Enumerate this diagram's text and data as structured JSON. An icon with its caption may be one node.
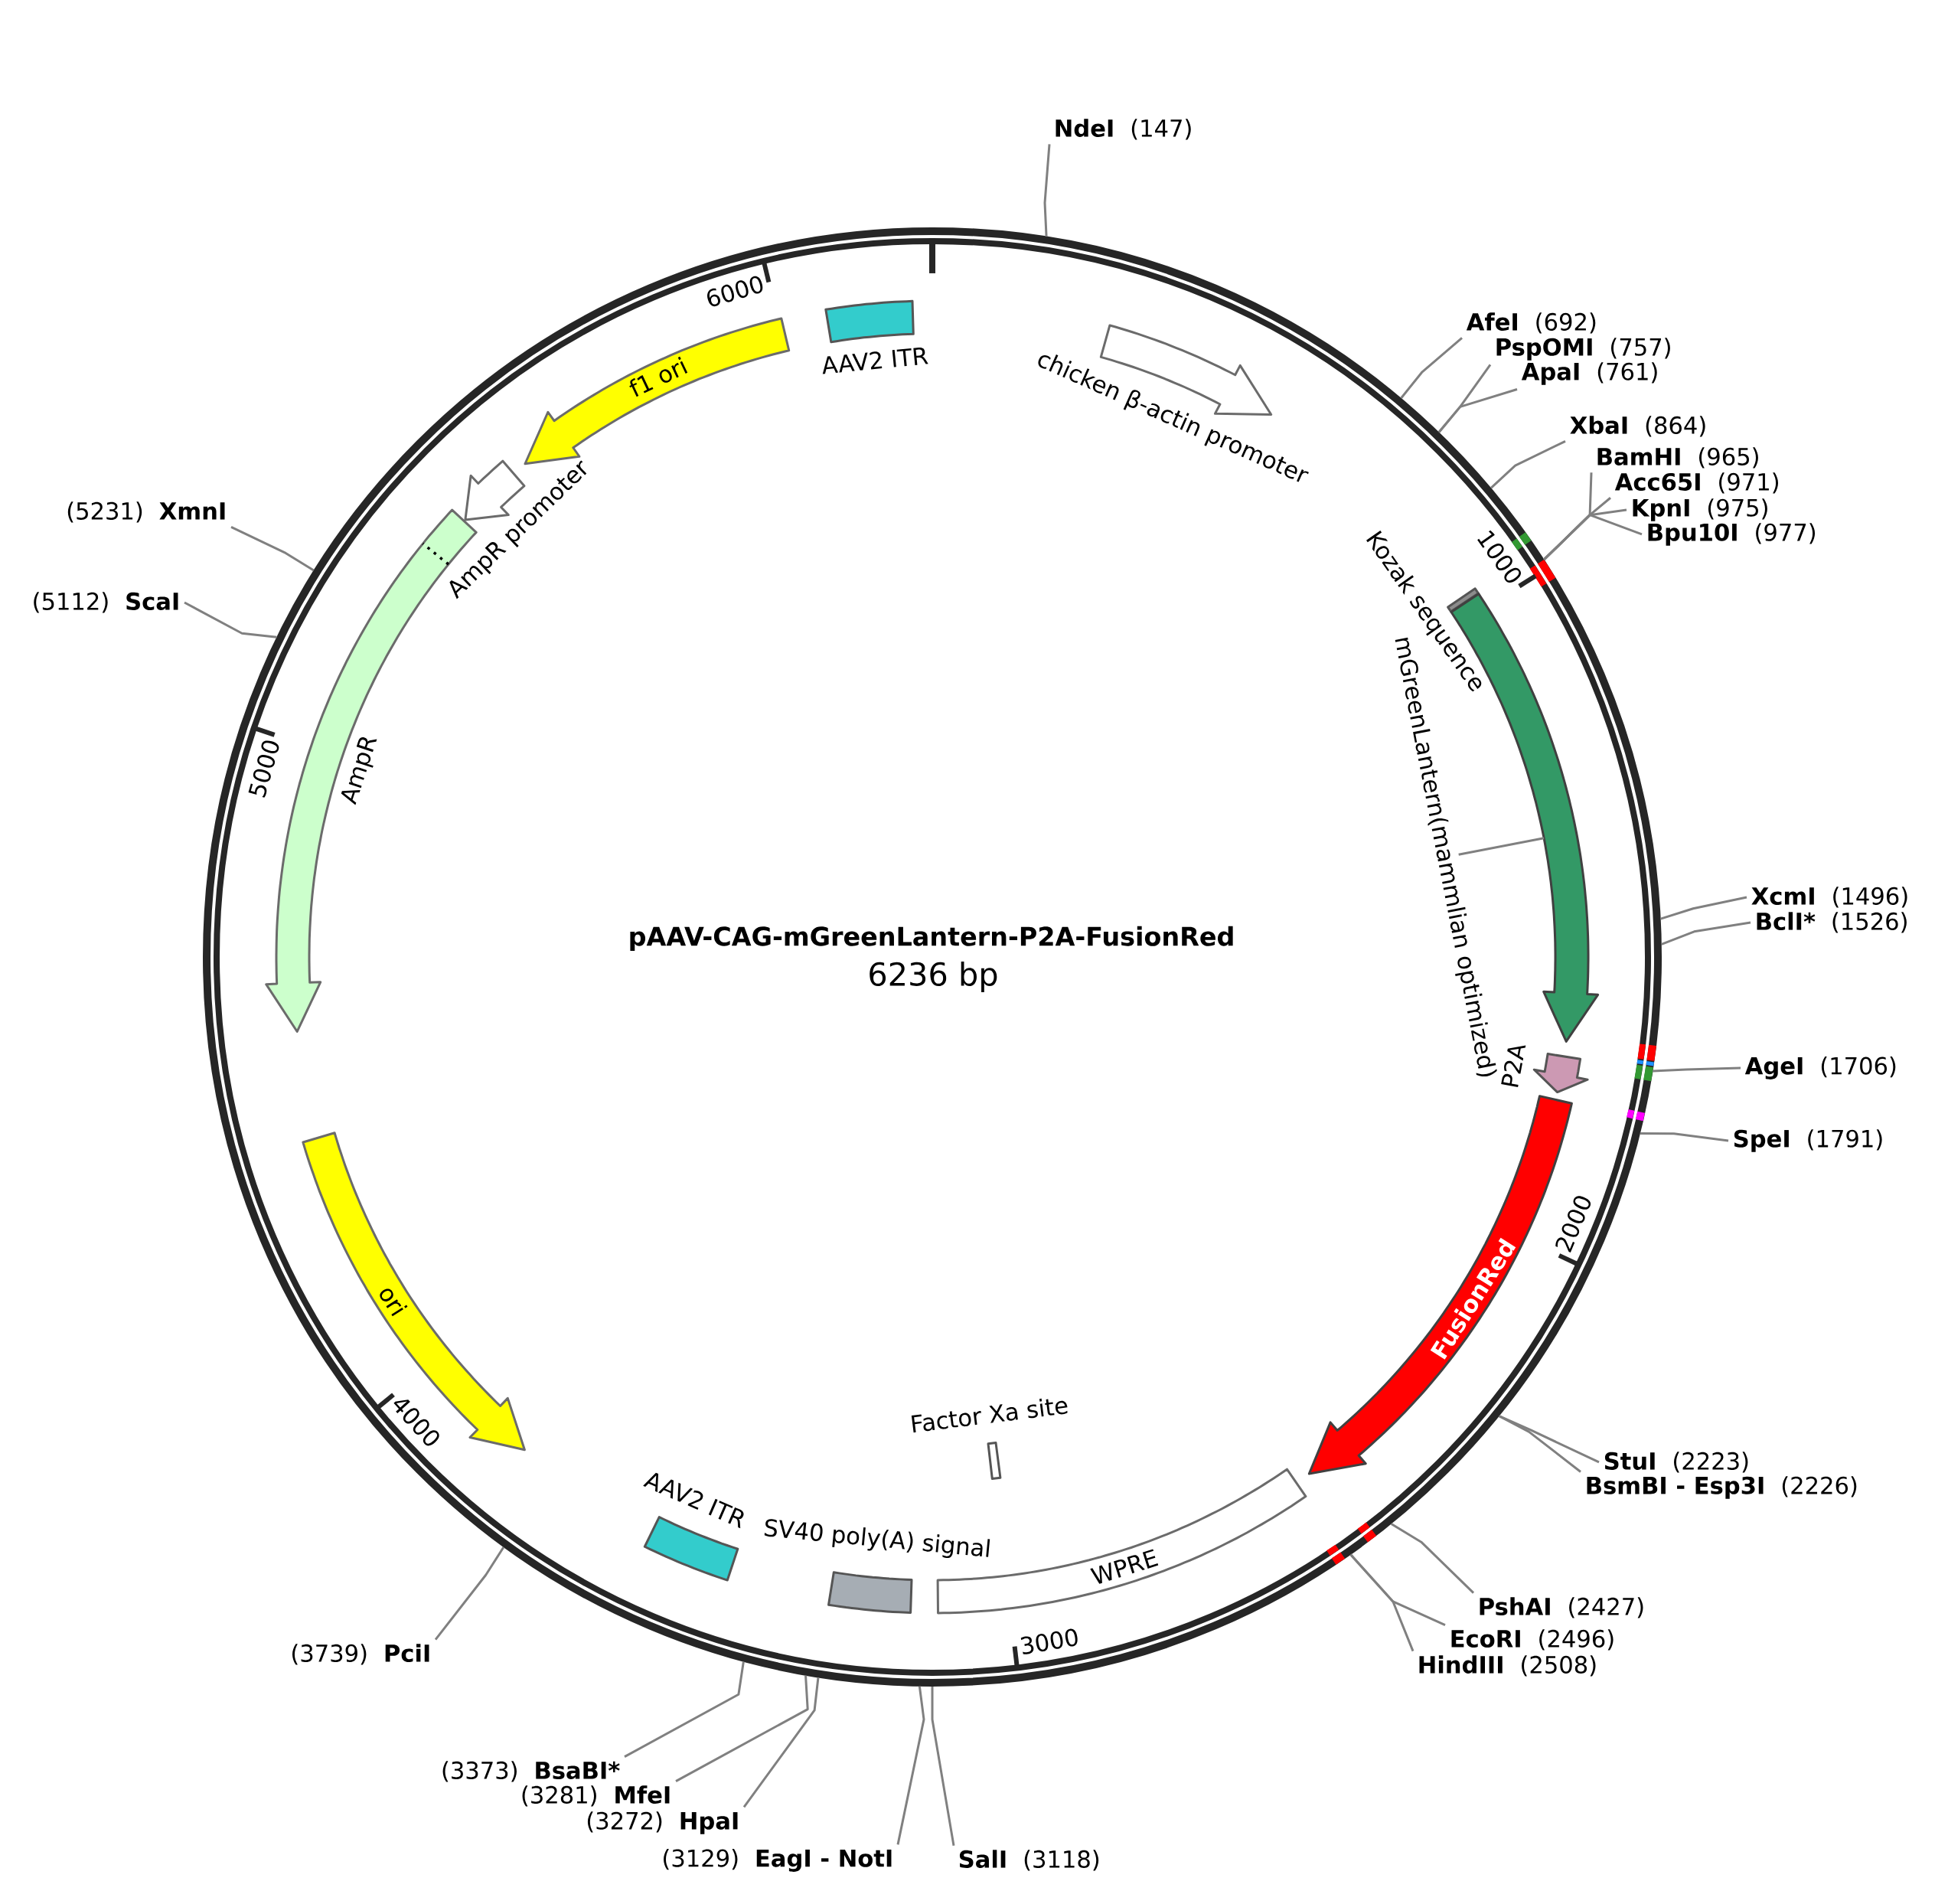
{
  "diagram": {
    "title": "pAAV-CAG-mGreenLantern-P2A-FusionRed",
    "nodes": [
      {
        "text": [],
        "shape": "circle"
      },
      {
        "text": [
          "chicken β-actin promoter"
        ],
        "in": 0
      },
      {
        "text": [
          "Kozak sequence"
        ],
        "in": 0
      },
      {
        "text": [
          "mGreenLantern(mammlian optimized)"
        ],
        "in": 0
      },
      {
        "text": [],
        "shape": "arrow",
        "in": 0
      },
      {
        "text": [
          "P2A"
        ],
        "in": 0
      },
      {
        "text": [
          "FusionRed"
        ],
        "in": 0
      },
      {
        "text": [
          "WPRE"
        ],
        "in": 0
      },
      {
        "text": [
          "Factor Xa site"
        ],
        "in": 0
      },
      {
        "text": [
          "SV40 poly(A) signal"
        ],
        "in": 0
      },
      {
        "text": [
          "AAV2 ITR"
        ],
        "in": 0
      },
      {
        "text": [
          "ori"
        ],
        "in": 0
      },
      {
        "text": [
          "AmpR"
        ],
        "in": 0
      },
      {
        "text": [
          "AmpR promoter"
        ],
        "in": 0
      },
      {
        "text": [
          "f1 ori"
        ],
        "in": 0
      },
      {
        "text": [
          "AAV2 ITR"
        ],
        "in": 0
      },
      {
        "text": [
          "NdeI",
          "(147)"
        ]
      },
      {
        "text": [
          "AfeI",
          "(692)"
        ]
      },
      {
        "text": [
          "PspOMI",
          "(757)"
        ]
      },
      {
        "text": [
          "ApaI",
          "(761)"
        ]
      },
      {
        "text": [
          "XbaI",
          "(864)"
        ]
      },
      {
        "text": [
          "BamHI",
          "(965)"
        ]
      },
      {
        "text": [
          "Acc65I",
          "(971)"
        ]
      },
      {
        "text": [
          "KpnI",
          "(975)"
        ]
      },
      {
        "text": [
          "Bpu10I",
          "(977)"
        ]
      },
      {
        "text": [
          "XcmI",
          "(1496)"
        ]
      },
      {
        "text": [
          "BclI*",
          "(1526)"
        ]
      },
      {
        "text": [
          "AgeI",
          "(1706)"
        ]
      },
      {
        "text": [
          "SpeI",
          "(1791)"
        ]
      },
      {
        "text": [
          "StuI",
          "(2223)"
        ]
      },
      {
        "text": [
          "BsmBI - Esp3I",
          "(2226)"
        ]
      },
      {
        "text": [
          "PshAI",
          "(2427)"
        ]
      },
      {
        "text": [
          "EcoRI",
          "(2496)"
        ]
      },
      {
        "text": [
          "HindIII",
          "(2508)"
        ]
      },
      {
        "text": [
          "SalI",
          "(3118)"
        ]
      },
      {
        "text": [
          "(3129)",
          "EagI - NotI"
        ]
      },
      {
        "text": [
          "(3272)",
          "HpaI"
        ]
      },
      {
        "text": [
          "(3281)",
          "MfeI"
        ]
      },
      {
        "text": [
          "(3373)",
          "BsaBI*"
        ]
      },
      {
        "text": [
          "(3739)",
          "PciI"
        ]
      },
      {
        "text": [
          "(5112)",
          "ScaI"
        ]
      },
      {
        "text": [
          "(5231)",
          "XmnI"
        ]
      }
    ],
    "edges": [
      {
        "from": 16,
        "to": 0,
        "arrow": "none"
      },
      {
        "from": 17,
        "to": 0,
        "arrow": "none"
      },
      {
        "from": 18,
        "to": 0,
        "arrow": "none"
      },
      {
        "from": 19,
        "to": 0,
        "arrow": "none"
      },
      {
        "from": 20,
        "to": 0,
        "arrow": "none"
      },
      {
        "from": 21,
        "to": 0,
        "arrow": "none"
      },
      {
        "from": 22,
        "to": 0,
        "arrow": "none"
      },
      {
        "from": 23,
        "to": 0,
        "arrow": "none"
      },
      {
        "from": 24,
        "to": 0,
        "arrow": "none"
      },
      {
        "from": 25,
        "to": 0,
        "arrow": "none"
      },
      {
        "from": 26,
        "to": 0,
        "arrow": "none"
      },
      {
        "from": 27,
        "to": 0,
        "arrow": "none"
      },
      {
        "from": 28,
        "to": 0,
        "arrow": "none"
      },
      {
        "from": 29,
        "to": 0,
        "arrow": "none"
      },
      {
        "from": 30,
        "to": 0,
        "arrow": "none"
      },
      {
        "from": 31,
        "to": 0,
        "arrow": "none"
      },
      {
        "from": 32,
        "to": 0,
        "arrow": "none"
      },
      {
        "from": 33,
        "to": 0,
        "arrow": "none"
      },
      {
        "from": 34,
        "to": 0,
        "arrow": "none"
      },
      {
        "from": 35,
        "to": 0,
        "arrow": "none"
      },
      {
        "from": 36,
        "to": 0,
        "arrow": "none"
      },
      {
        "from": 37,
        "to": 0,
        "arrow": "none"
      },
      {
        "from": 38,
        "to": 0,
        "arrow": "none"
      },
      {
        "from": 39,
        "to": 0,
        "arrow": "none"
      },
      {
        "from": 40,
        "to": 0,
        "arrow": "none"
      },
      {
        "from": 41,
        "to": 0,
        "arrow": "none"
      },
      {
        "from": 3,
        "to": 4,
        "arrow": "none"
      }
    ],
    "labels": [
      "6236 bp",
      "1000",
      "2000",
      "3000",
      "4000",
      "5000",
      "6000"
    ]
  }
}
